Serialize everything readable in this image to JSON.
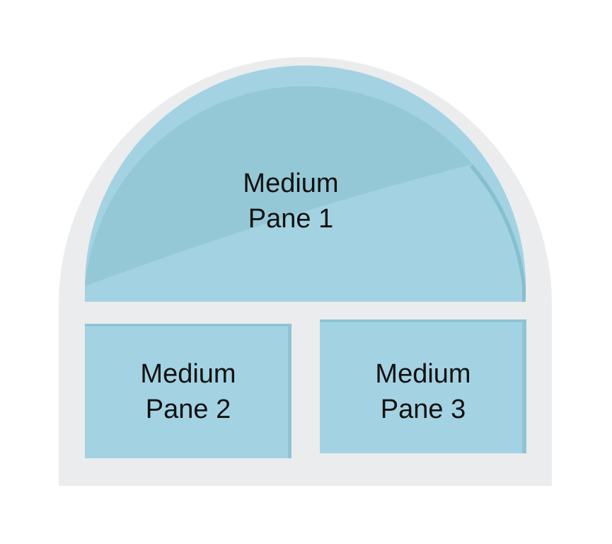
{
  "colors": {
    "background": "#ffffff",
    "frame": "#ebecee",
    "glass_light": "#a3d3e3",
    "glass_dark": "#95c8d6",
    "glass_edge": "#86bfcf",
    "text": "#111111"
  },
  "panes": [
    {
      "line1": "Medium",
      "line2": "Pane 1"
    },
    {
      "line1": "Medium",
      "line2": "Pane 2"
    },
    {
      "line1": "Medium",
      "line2": "Pane 3"
    }
  ]
}
